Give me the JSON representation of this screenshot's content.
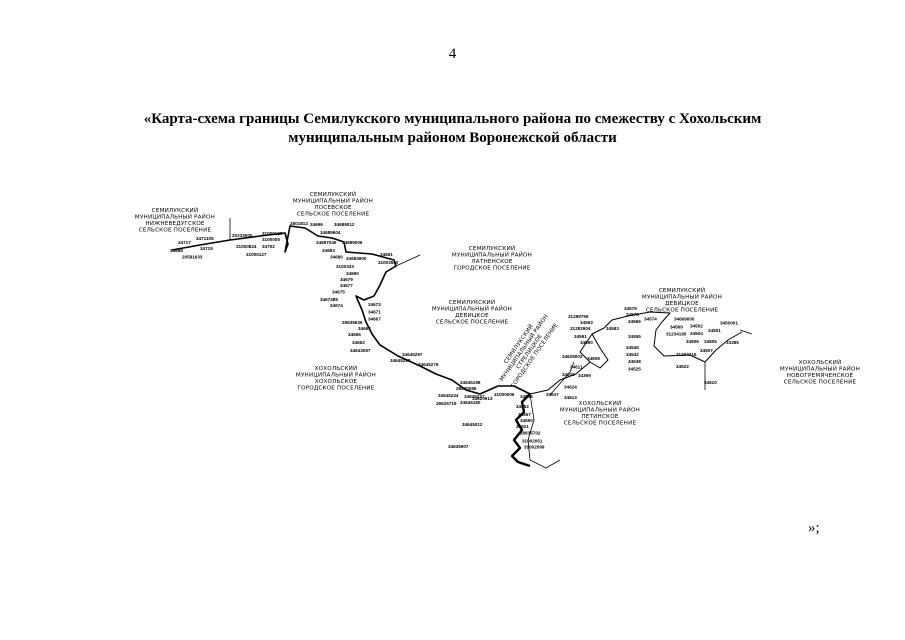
{
  "page_number": "4",
  "title": "«Карта-схема границы Семилукского муниципального района по смежеству с Хохольским муниципальным районом Воронежской области",
  "closing": "»;",
  "map": {
    "regions": [
      [
        "СЕМИЛУКСКИЙ",
        "МУНИЦИПАЛЬНЫЙ РАЙОН",
        "НИЖНЕВЕДУГСКОЕ",
        "СЕЛЬСКОЕ ПОСЕЛЕНИЕ"
      ],
      [
        "СЕМИЛУКСКИЙ",
        "МУНИЦИПАЛЬНЫЙ РАЙОН",
        "ЛОСЕВСКОЕ",
        "СЕЛЬСКОЕ ПОСЕЛЕНИЕ"
      ],
      [
        "СЕМИЛУКСКИЙ",
        "МУНИЦИПАЛЬНЫЙ РАЙОН",
        "ЛАТНЕНСКОЕ",
        "ГОРОДСКОЕ ПОСЕЛЕНИЕ"
      ],
      [
        "СЕМИЛУКСКИЙ",
        "МУНИЦИПАЛЬНЫЙ РАЙОН",
        "ДЕВИЦКОЕ",
        "СЕЛЬСКОЕ ПОСЕЛЕНИЕ"
      ],
      [
        "ХОХОЛЬСКИЙ",
        "МУНИЦИПАЛЬНЫЙ РАЙОН",
        "ХОХОЛЬСКОЕ",
        "ГОРОДСКОЕ ПОСЕЛЕНИЕ"
      ],
      [
        "СЕМИЛУКСКИЙ",
        "МУНИЦИПАЛЬНЫЙ РАЙОН",
        "СТРЕЛИЦКОЕ",
        "ГОРОДСКОЕ ПОСЕЛЕНИЕ"
      ],
      [
        "СЕМИЛУКСКИЙ",
        "МУНИЦИПАЛЬНЫЙ РАЙОН",
        "ДЕВИЦКОЕ",
        "СЕЛЬСКОЕ ПОСЕЛЕНИЕ"
      ],
      [
        "ХОХОЛЬСКИЙ",
        "МУНИЦИПАЛЬНЫЙ РАЙОН",
        "НОВОГРЕМЯЧЕНСКОЕ",
        "СЕЛЬСКОЕ ПОСЕЛЕНИЕ"
      ],
      [
        "ХОХОЛЬСКИЙ",
        "МУНИЦИПАЛЬНЫЙ РАЙОН",
        "ПЕТИНСКОЕ",
        "СЕЛЬСКОЕ ПОСЕЛЕНИЕ"
      ]
    ],
    "points": [
      "34688",
      "34717",
      "3471105",
      "34715",
      "20581633",
      "20233000",
      "31000824",
      "3100005",
      "31000125",
      "34702",
      "31000127",
      "2801812",
      "34696",
      "34689604",
      "34689012",
      "34687049",
      "34689006",
      "34683",
      "34680",
      "34684900",
      "34681",
      "31003500",
      "3100333",
      "34690",
      "34679",
      "34677",
      "34675",
      "3467485",
      "34674",
      "34673",
      "34671",
      "34667",
      "34664",
      "29635636",
      "34666",
      "34662",
      "34645297",
      "34643087",
      "34645298",
      "34645276",
      "34645198",
      "28635086",
      "34645234",
      "28625715",
      "34645237",
      "34645180",
      "34645012",
      "34636907",
      "31000006",
      "34646",
      "34652",
      "34657",
      "34650",
      "34621",
      "28635702",
      "31002051",
      "31002099",
      "34637",
      "34620913",
      "34628003",
      "34629",
      "34624",
      "34613",
      "34611",
      "34369",
      "34608",
      "34590",
      "34591",
      "31282904",
      "34593",
      "34583",
      "31289759",
      "34579",
      "34575",
      "34574",
      "34669000",
      "34566",
      "34569",
      "31234195",
      "34555",
      "34545",
      "34542",
      "34538",
      "34525",
      "34522",
      "31204216",
      "34506",
      "34504",
      "34502",
      "34501",
      "3450001",
      "33385",
      "34505",
      "34507",
      "34510",
      "02552002"
    ]
  }
}
